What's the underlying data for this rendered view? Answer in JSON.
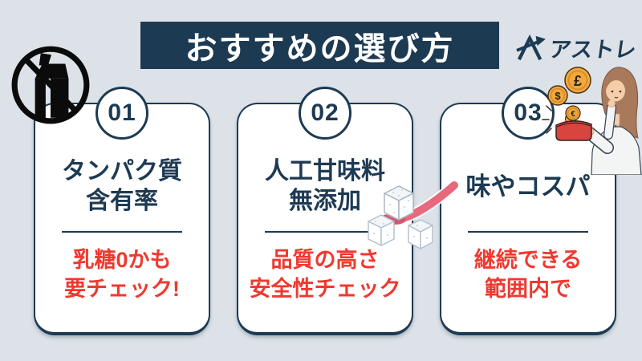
{
  "header": {
    "title": "おすすめの選び方",
    "logo_text": "アストレ"
  },
  "cards": [
    {
      "number": "01",
      "heading_line1": "タンパク質",
      "heading_line2": "含有率",
      "note_line1": "乳糖0かも",
      "note_line2": "要チェック!"
    },
    {
      "number": "02",
      "heading_line1": "人工甘味料",
      "heading_line2": "無添加",
      "note_line1": "品質の高さ",
      "note_line2": "安全性チェック"
    },
    {
      "number": "03",
      "heading_line1": "味やコスパ",
      "note_line1": "継続できる",
      "note_line2": "範囲内で"
    }
  ],
  "coins": {
    "pound": "£",
    "dollar": "$",
    "euro": "€"
  },
  "decorations": {
    "no_lactose_icon": "prohibited-milk-carton",
    "sugar_cubes": "three-sugar-cubes-with-pink-swoosh",
    "illustration": "woman-holding-red-wallet-with-coins"
  },
  "colors": {
    "background": "#dce2e7",
    "navy": "#1d3a53",
    "red": "#ef392f",
    "card_bg": "#ffffff",
    "pink_swoosh": "#e8697e",
    "coin_gold": "#f3a83e",
    "wallet_red": "#d8453e"
  }
}
